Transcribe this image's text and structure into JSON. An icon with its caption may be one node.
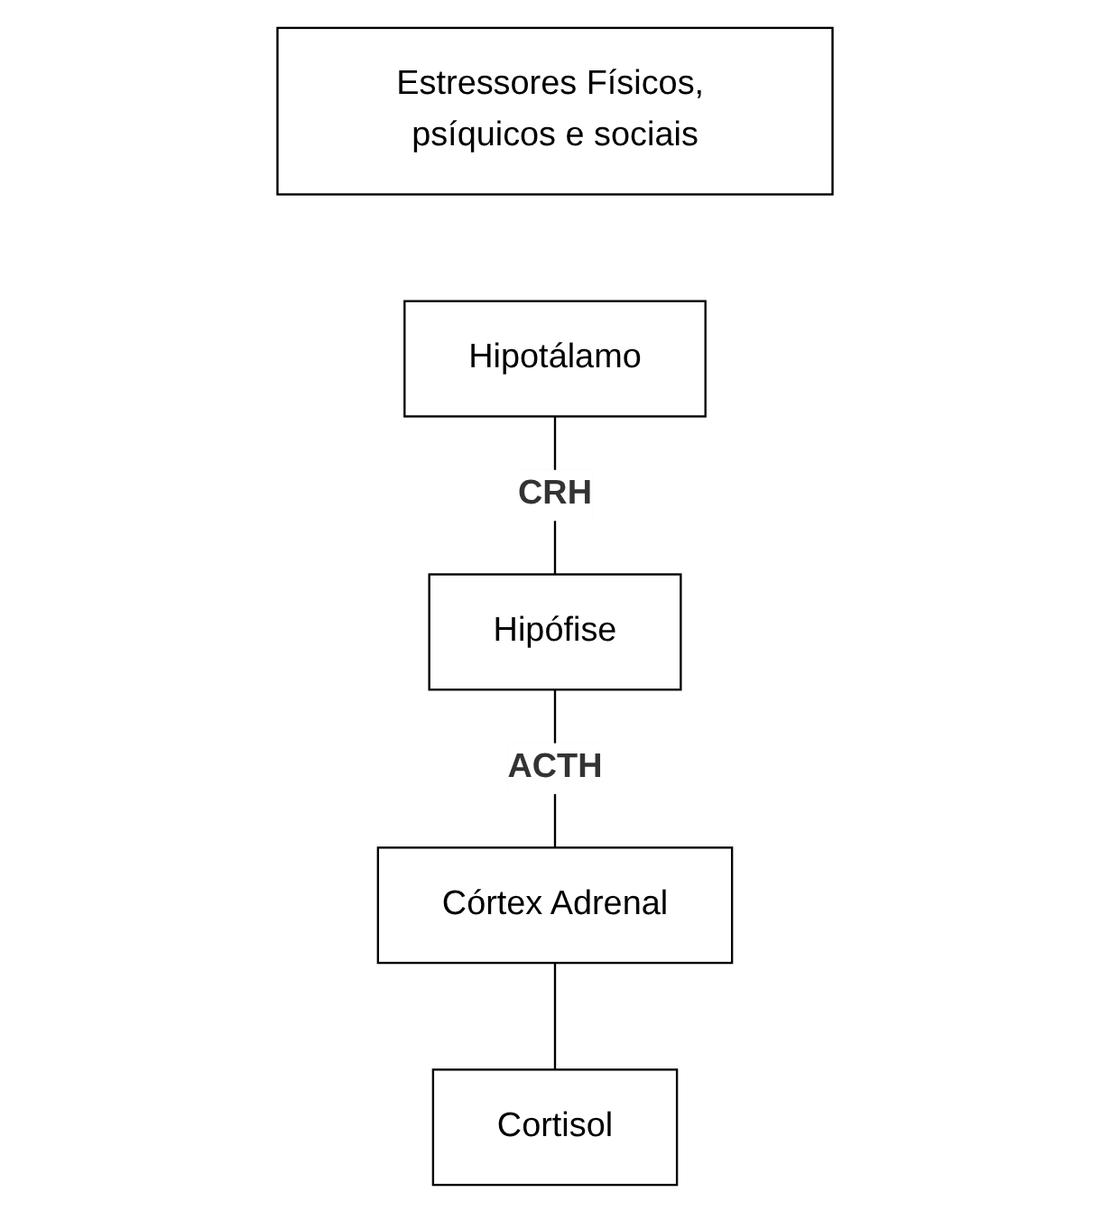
{
  "diagram": {
    "nodes": [
      {
        "text": [
          "Estressores Físicos, psíquicos e sociais"
        ]
      },
      {
        "text": [
          "Hipotálamo"
        ]
      },
      {
        "text": [
          "Hipófise"
        ]
      },
      {
        "text": [
          "Córtex Adrenal"
        ]
      },
      {
        "text": [
          "Cortisol"
        ]
      }
    ],
    "edges": [
      {
        "from": 1,
        "to": 2,
        "arrow": "none",
        "label": "CRH"
      },
      {
        "from": 2,
        "to": 3,
        "arrow": "none",
        "label": "ACTH"
      },
      {
        "from": 3,
        "to": 4,
        "arrow": "none"
      }
    ]
  }
}
